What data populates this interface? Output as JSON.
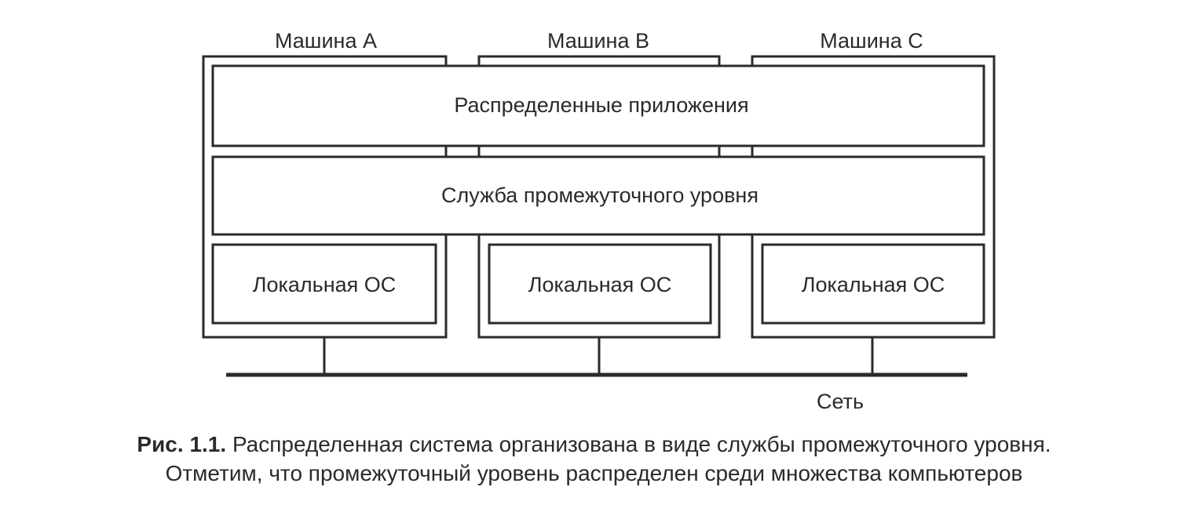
{
  "machines": [
    {
      "label": "Машина A"
    },
    {
      "label": "Машина B"
    },
    {
      "label": "Машина C"
    }
  ],
  "layers": {
    "applications": "Распределенные приложения",
    "middleware": "Служба промежуточного уровня",
    "local_os": [
      "Локальная ОС",
      "Локальная ОС",
      "Локальная ОС"
    ]
  },
  "network_label": "Сеть",
  "caption": {
    "number": "Рис. 1.1.",
    "line1": "Распределенная система организована в виде службы промежуточного уровня.",
    "line2": "Отметим, что промежуточный уровень распределен среди множества компьютеров"
  }
}
